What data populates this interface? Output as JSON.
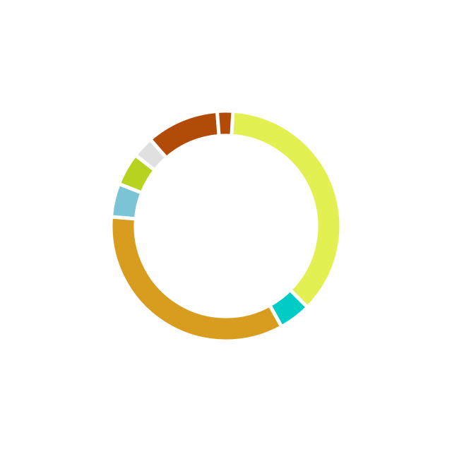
{
  "chart_data": {
    "type": "pie",
    "variant": "donut",
    "title": "",
    "legend": "none",
    "labels": [],
    "values": [
      36.5,
      4.5,
      34.3,
      4.7,
      4.6,
      3.0,
      10.2,
      2.2
    ],
    "colors": [
      "#e2f052",
      "#00ccc6",
      "#d89c1e",
      "#7ac4d6",
      "#b8d220",
      "#e0e0e0",
      "#b24b08",
      "#b24b08"
    ],
    "start_angle_deg": -86.5,
    "direction": "clockwise"
  }
}
